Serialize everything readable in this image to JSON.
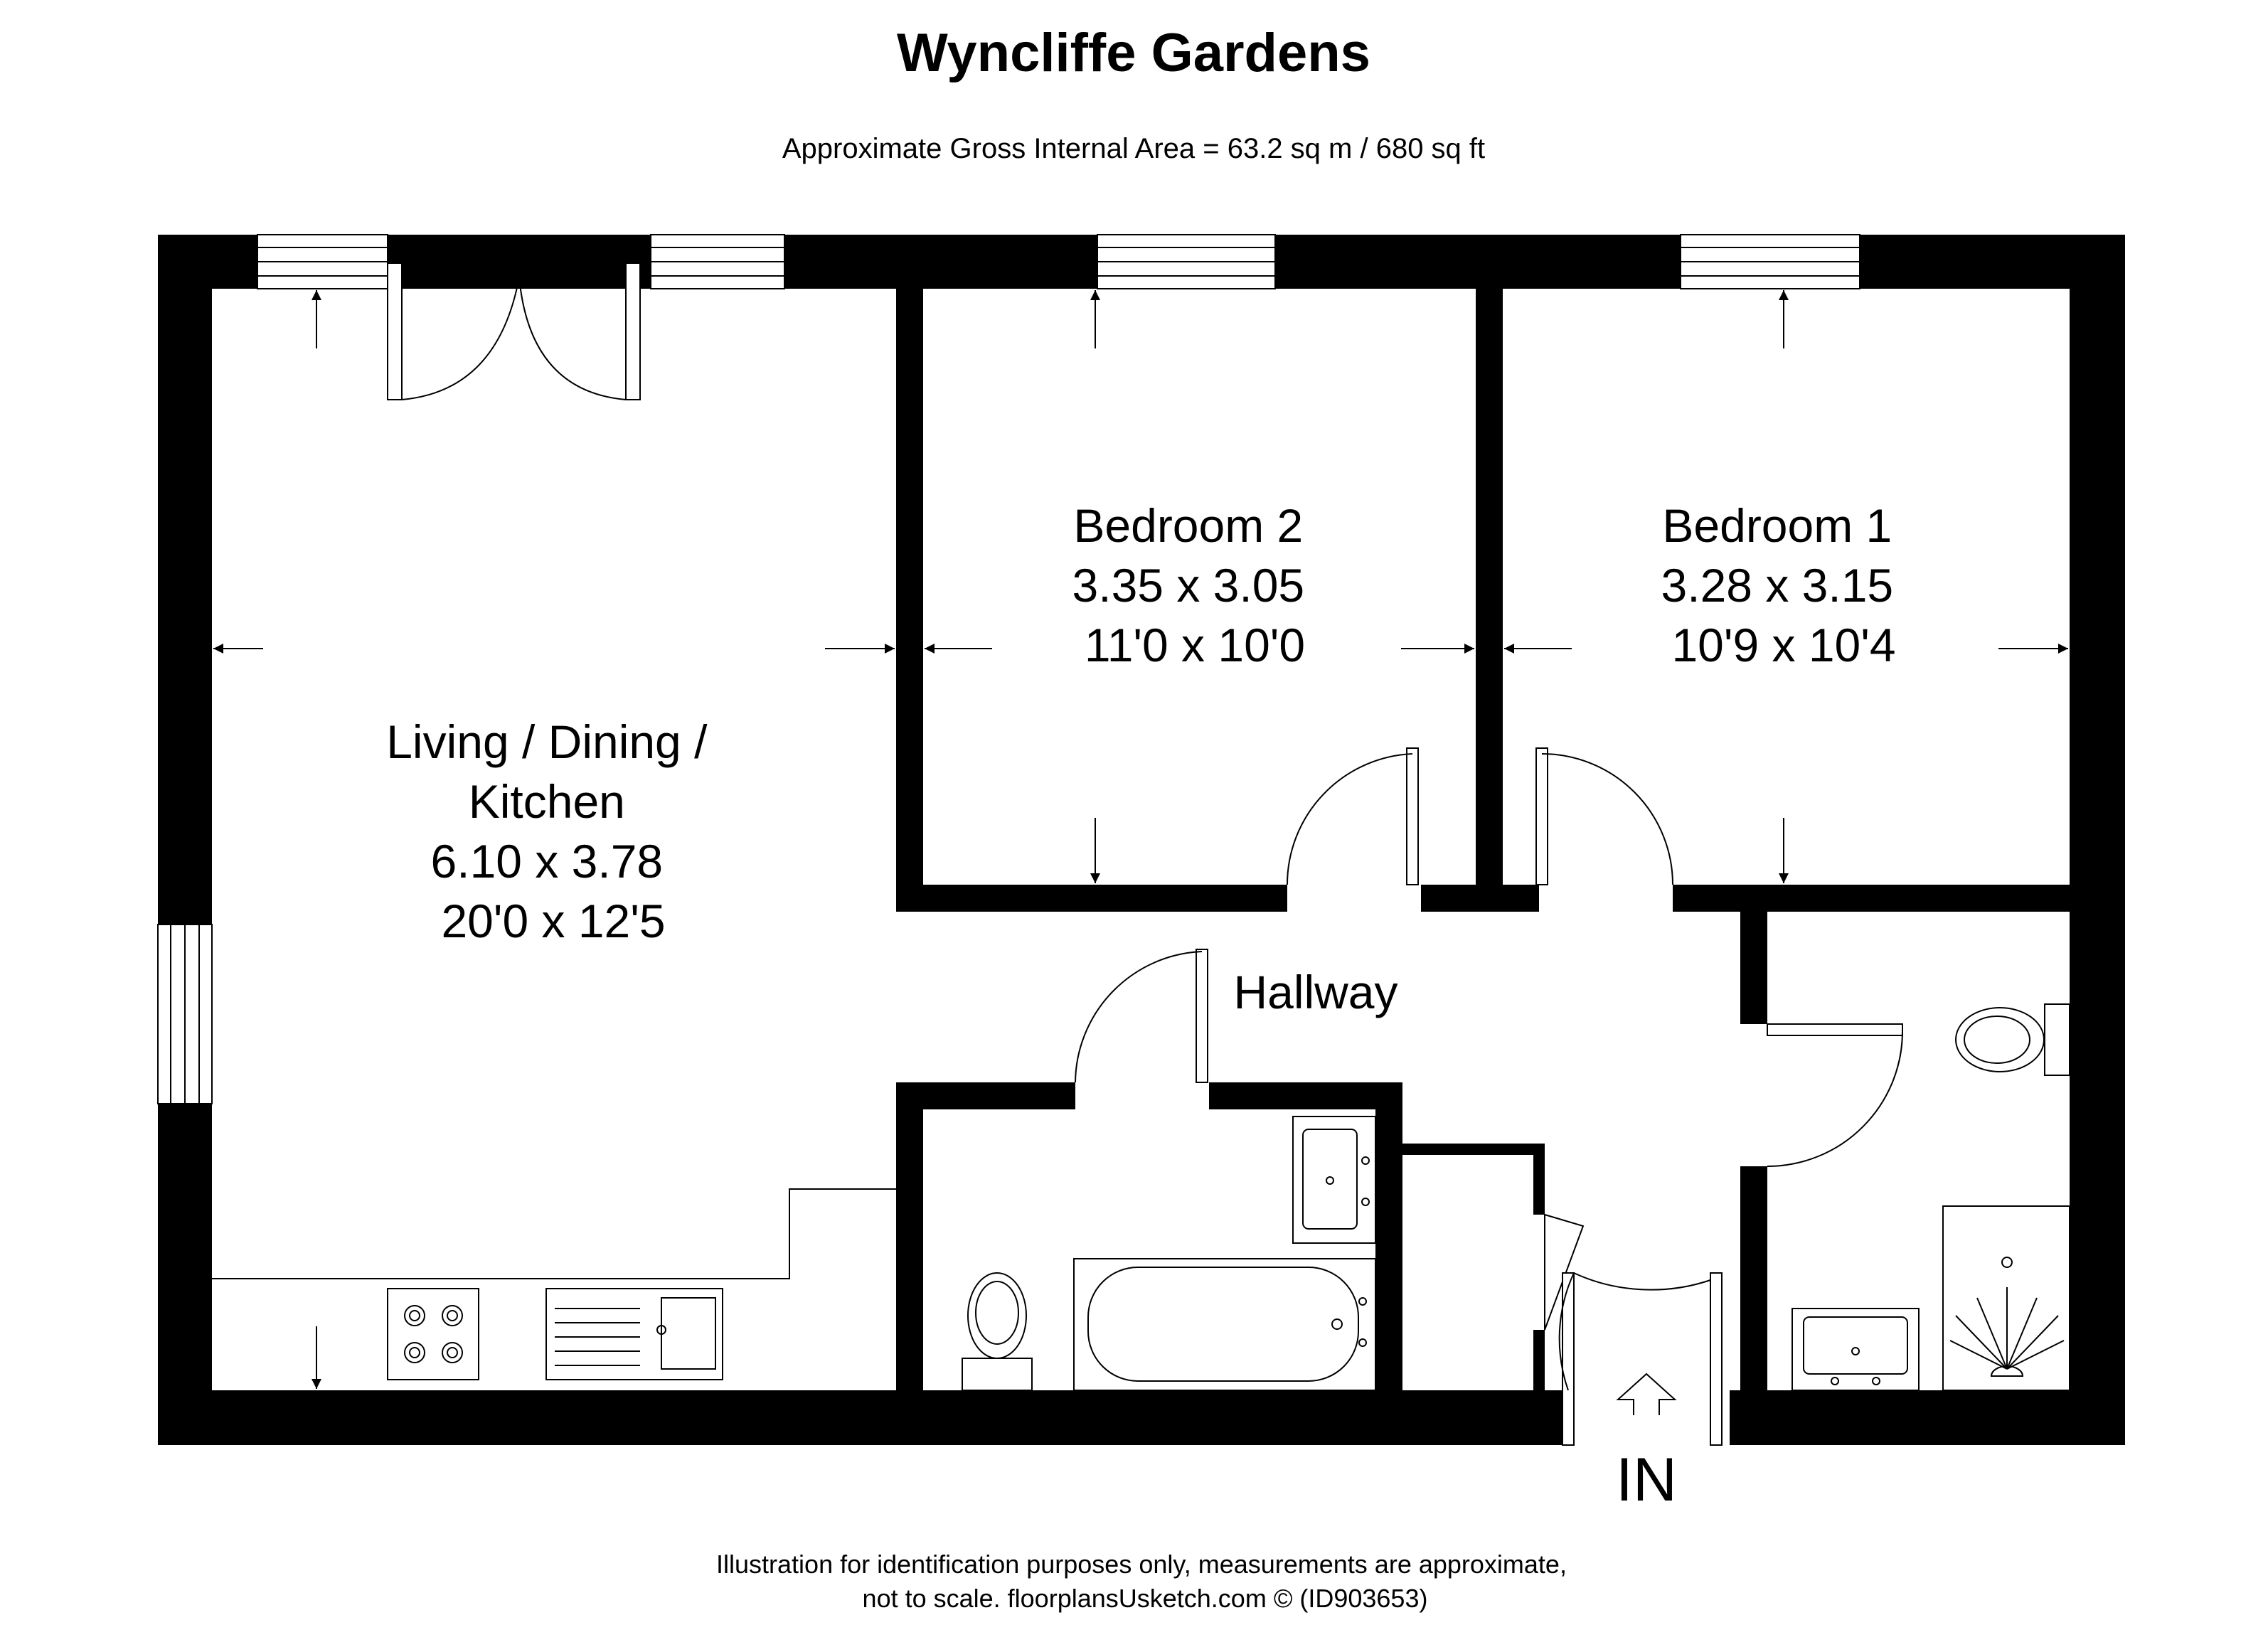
{
  "title": "Wyncliffe Gardens",
  "subtitle": "Approximate Gross Internal Area = 63.2 sq m / 680 sq ft",
  "rooms": [
    {
      "id": "living",
      "lines": [
        "Living / Dining /",
        "Kitchen",
        "6.10 x 3.78",
        "20'0 x 12'5"
      ]
    },
    {
      "id": "bedroom2",
      "lines": [
        "Bedroom 2",
        "3.35 x 3.05",
        "11'0 x 10'0"
      ]
    },
    {
      "id": "bedroom1",
      "lines": [
        "Bedroom 1",
        "3.28 x 3.15",
        "10'9 x 10'4"
      ]
    },
    {
      "id": "hallway",
      "lines": [
        "Hallway"
      ]
    }
  ],
  "entrance_label": "IN",
  "footer": {
    "line1": "Illustration for identification purposes only, measurements are approximate,",
    "line2": "not to scale. floorplansUsketch.com © (ID903653)"
  }
}
